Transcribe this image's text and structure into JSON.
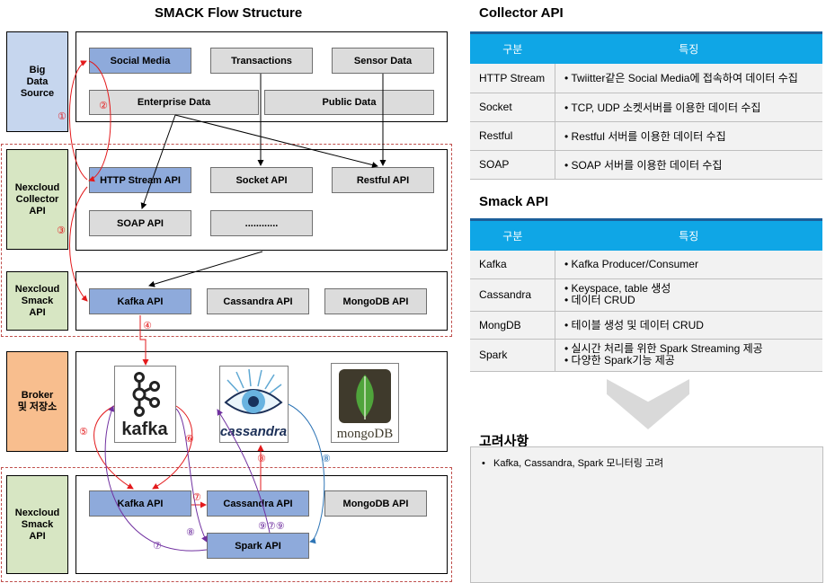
{
  "left": {
    "title": "SMACK Flow Structure",
    "rows": {
      "source": {
        "label": "Big Data Source",
        "boxes": [
          "Social Media",
          "Transactions",
          "Sensor Data",
          "Enterprise Data",
          "Public Data"
        ]
      },
      "collector": {
        "label": "Nexcloud Collector API",
        "boxes": [
          "HTTP Stream API",
          "Socket API",
          "Restful API",
          "SOAP API",
          "............"
        ]
      },
      "smack_top": {
        "label": "Nexcloud Smack API",
        "boxes": [
          "Kafka API",
          "Cassandra API",
          "MongoDB API"
        ]
      },
      "broker": {
        "label": "Broker 및 저장소",
        "logos": [
          "kafka",
          "cassandra",
          "mongoDB"
        ]
      },
      "smack_bottom": {
        "label": "Nexcloud Smack API",
        "boxes": [
          "Kafka API",
          "Cassandra API",
          "MongoDB API",
          "Spark API"
        ]
      }
    },
    "markers": [
      "①",
      "②",
      "③",
      "④",
      "⑤",
      "⑥",
      "⑦",
      "⑧",
      "⑨⑦⑨",
      "⑦",
      "⑧",
      "⑧"
    ]
  },
  "collector_api": {
    "title": "Collector API",
    "headers": [
      "구분",
      "특징"
    ],
    "rows": [
      {
        "name": "HTTP Stream",
        "desc": [
          "Twiitter같은 Social Media에 접속하여 데이터 수집"
        ]
      },
      {
        "name": "Socket",
        "desc": [
          "TCP, UDP 소켓서버를 이용한 데이터 수집"
        ]
      },
      {
        "name": "Restful",
        "desc": [
          "Restful 서버를 이용한 데이터 수집"
        ]
      },
      {
        "name": "SOAP",
        "desc": [
          "SOAP 서버를 이용한 데이터 수집"
        ]
      }
    ]
  },
  "smack_api": {
    "title": "Smack API",
    "headers": [
      "구분",
      "특징"
    ],
    "rows": [
      {
        "name": "Kafka",
        "desc": [
          "Kafka Producer/Consumer"
        ]
      },
      {
        "name": "Cassandra",
        "desc": [
          "Keyspace, table 생성",
          "데이터 CRUD"
        ]
      },
      {
        "name": "MongDB",
        "desc": [
          "테이블 생성 및 데이터 CRUD"
        ]
      },
      {
        "name": "Spark",
        "desc": [
          "실시간 처리를 위한 Spark Streaming 제공",
          "다양한 Spark기능 제공"
        ]
      }
    ]
  },
  "considerations": {
    "title": "고려사항",
    "items": [
      "Kafka, Cassandra, Spark 모니터링 고려"
    ]
  },
  "colors": {
    "header": "#0fa6e6",
    "red_arrow": "#e31a1c",
    "purple_arrow": "#7030a0",
    "blue_arrow": "#2e75b6"
  }
}
